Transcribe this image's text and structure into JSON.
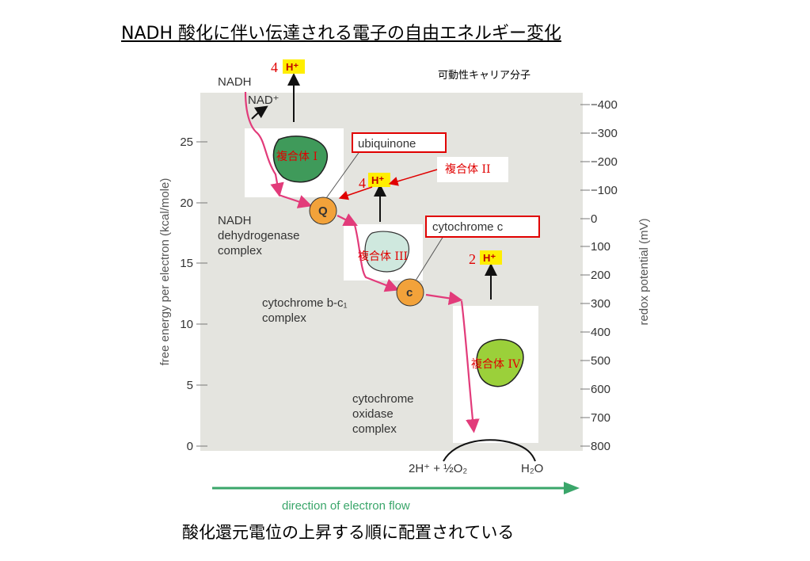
{
  "title": "NADH 酸化に伴い伝達される電子の自由エネルギー変化",
  "carrier_label": "可動性キャリア分子",
  "footer": "酸化還元電位の上昇する順に配置されている",
  "axes": {
    "left_label": "free energy per electron (kcal/mole)",
    "right_label": "redox potential (mV)",
    "left_ticks": [
      "25",
      "20",
      "15",
      "10",
      "5",
      "0"
    ],
    "right_ticks": [
      "−400",
      "−300",
      "−200",
      "−100",
      "0",
      "100",
      "200",
      "300",
      "400",
      "500",
      "600",
      "700",
      "800"
    ],
    "flow_label": "direction of electron flow"
  },
  "labels": {
    "nadh": "NADH",
    "nad_plus": "NAD⁺",
    "nadh_dh_1": "NADH",
    "nadh_dh_2": "dehydrogenase",
    "nadh_dh_3": "complex",
    "bc1_1": "cytochrome b-c₁",
    "bc1_2": "complex",
    "ox_1": "cytochrome",
    "ox_2": "oxidase",
    "ox_3": "complex",
    "o2": "2H⁺ + ½O₂",
    "h2o": "H₂O",
    "q": "Q",
    "c": "c",
    "hplus": "H⁺"
  },
  "boxes": {
    "ubiquinone": "ubiquinone",
    "cytochrome_c": "cytochrome c"
  },
  "complexes": {
    "c1": "複合体 I",
    "c2": "複合体 II",
    "c3": "複合体 III",
    "c4": "複合体 IV"
  },
  "proton_counts": {
    "complex1": "4",
    "complex3": "4",
    "complex4": "2"
  },
  "colors": {
    "accent_red": "#e00000",
    "electron_path": "#e23b7a",
    "flow_arrow": "#3aa66a",
    "chart_bg": "#e4e4df",
    "carrier_orange": "#f2a23a",
    "hplus_bg": "#ffee00"
  }
}
